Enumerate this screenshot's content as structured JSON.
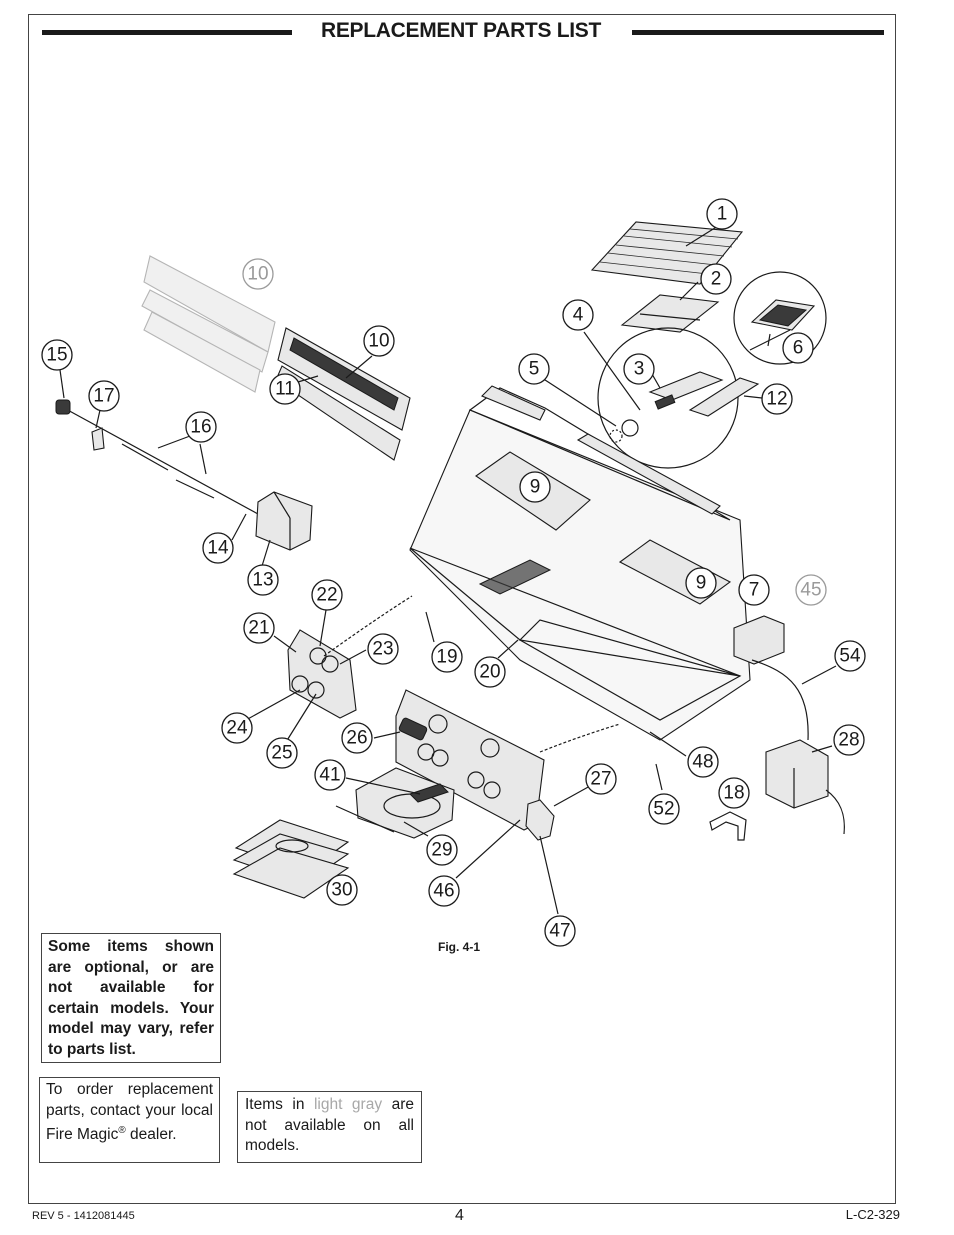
{
  "header": {
    "title": "REPLACEMENT PARTS LIST"
  },
  "figure": {
    "label": "Fig. 4-1",
    "callouts": [
      {
        "n": "1"
      },
      {
        "n": "2"
      },
      {
        "n": "4"
      },
      {
        "n": "6"
      },
      {
        "n": "5"
      },
      {
        "n": "3"
      },
      {
        "n": "12"
      },
      {
        "n": "10",
        "gray": true
      },
      {
        "n": "10"
      },
      {
        "n": "11"
      },
      {
        "n": "15"
      },
      {
        "n": "17"
      },
      {
        "n": "16"
      },
      {
        "n": "9"
      },
      {
        "n": "14"
      },
      {
        "n": "13"
      },
      {
        "n": "22"
      },
      {
        "n": "21"
      },
      {
        "n": "23"
      },
      {
        "n": "19"
      },
      {
        "n": "20"
      },
      {
        "n": "9"
      },
      {
        "n": "7"
      },
      {
        "n": "45",
        "gray": true
      },
      {
        "n": "54"
      },
      {
        "n": "24"
      },
      {
        "n": "25"
      },
      {
        "n": "26"
      },
      {
        "n": "28"
      },
      {
        "n": "41"
      },
      {
        "n": "27"
      },
      {
        "n": "48"
      },
      {
        "n": "18"
      },
      {
        "n": "52"
      },
      {
        "n": "29"
      },
      {
        "n": "30"
      },
      {
        "n": "46"
      },
      {
        "n": "47"
      }
    ]
  },
  "notes": {
    "optional_items": "Some items shown are optional, or are not available for certain models. Your model may vary, refer to parts list.",
    "order_prefix": "To order replacement parts, contact your local Fire Magic",
    "order_registered": "®",
    "order_suffix": " dealer.",
    "gray_prefix": "Items in ",
    "gray_highlight": "light gray",
    "gray_suffix": " are not available on all models."
  },
  "footer": {
    "revision": "REV 5 - 1412081445",
    "page_number": "4",
    "doc_code": "L-C2-329"
  },
  "colors": {
    "ink": "#1a1a1a",
    "light_gray": "#a8a8a8"
  }
}
